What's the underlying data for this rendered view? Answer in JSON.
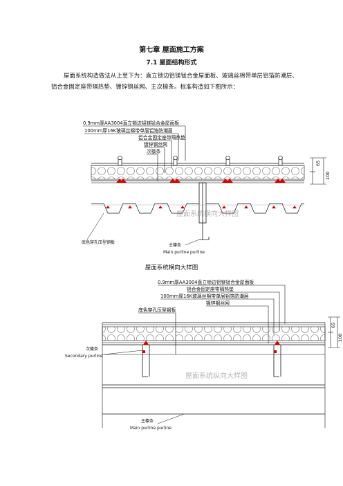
{
  "chapter_title": "第七章  屋面施工方案",
  "section_title": "7.1  屋面结构形式",
  "paragraph": "屋面系统构造做法从上至下为：直立锁边铝镁锰合金屋面板、玻璃丝棉带单层铝箔防潮层、铝合金固定座带隔热垫、镀锌钢丝网、主次檩条。标准构造如下图所示：",
  "figure1": {
    "labels": [
      "0.9mm厚AA3004直立锁边铝镁锰合金屋面板",
      "100mm厚16K玻璃丝棉带单层铝箔防潮层",
      "铝合金固定座带隔热垫",
      "镀锌钢丝网",
      "次檩条"
    ],
    "bottom_left_label": "底色穿孔压型钢板",
    "main_purlin_cn": "主檩条",
    "main_purlin_en": "Main purline purline",
    "dim_top": "65",
    "dim_total": "100",
    "watermark": "屋面系统横向大样图"
  },
  "figure1_caption": "屋面系统横向大样图",
  "figure2": {
    "labels": [
      "0.9mm厚AA3004直立锁边铝镁锰合金屋面板",
      "铝合金固定座带隔热垫",
      "100mm厚16K玻璃丝棉带单层铝箔防潮层",
      "镀锌钢丝网"
    ],
    "left_label": "底色穿孔压型钢板",
    "secondary_cn": "次檩条",
    "secondary_en": "Secondary purline",
    "main_purlin_cn": "主檩条",
    "main_purlin_en": "Main purline purline",
    "dim_top": "65",
    "dim_total": "100",
    "watermark": "屋面系统纵向大样图"
  }
}
